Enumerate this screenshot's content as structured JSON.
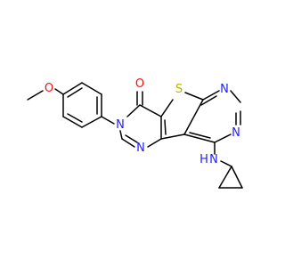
{
  "molecule": {
    "atoms": {
      "ketone_oxygen": "O",
      "methoxy_oxygen": "O",
      "thiophene_sulfur": "S",
      "ring_nitrogen_top_right": "N",
      "ring_nitrogen_right": "N",
      "ring_nitrogen_left": "N",
      "ring_nitrogen_bottom": "N",
      "amine_nitrogen": "N",
      "amine_hydrogen": "H"
    }
  },
  "colors": {
    "bond": "#000000",
    "oxygen": "#ff0d0d",
    "sulfur": "#b2b200",
    "nitrogen": "#2020ff"
  }
}
